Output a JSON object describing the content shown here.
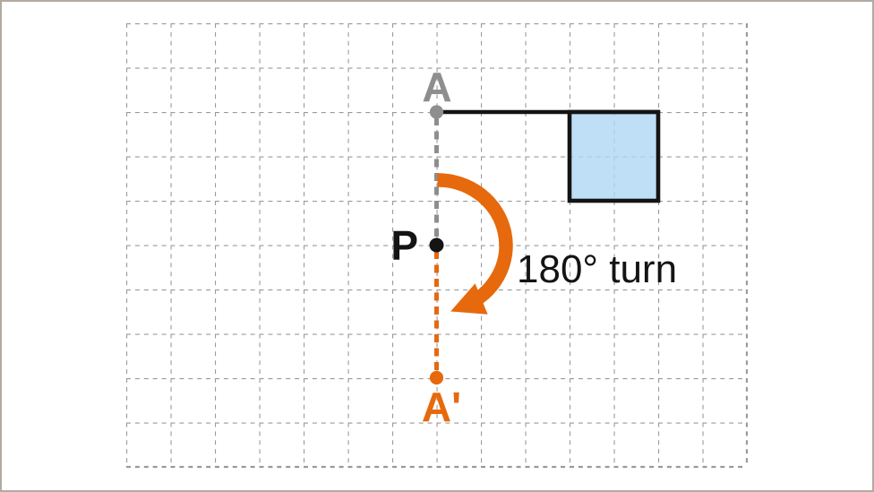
{
  "diagram": {
    "points": {
      "a_label": "A",
      "p_label": "P",
      "a_prime_label": "A'"
    },
    "annotation": "180° turn",
    "colors": {
      "orange": "#E6690D",
      "point_gray": "#8E8E8E",
      "grid_gray": "#9A9A9A",
      "line_black": "#141414",
      "square_fill": "#AED7F3",
      "frame_border": "#B3AAA1"
    }
  }
}
